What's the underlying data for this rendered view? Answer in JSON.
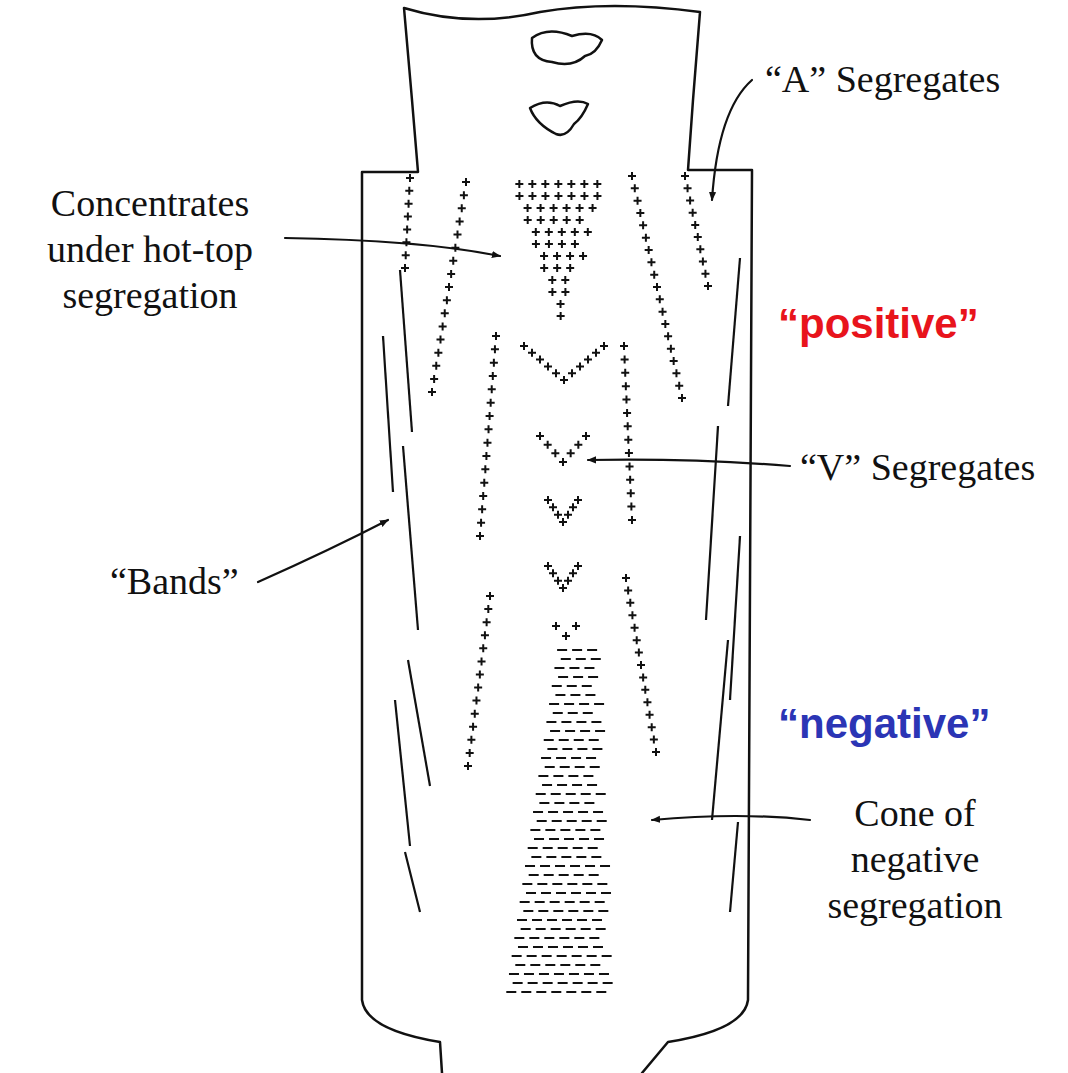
{
  "diagram": {
    "labels": [
      "“A” Segregates",
      "Concentrates under hot-top segregation",
      "“positive”",
      "“V” Segregates",
      "“Bands”",
      "“negative”",
      "Cone of negative segregation"
    ]
  }
}
